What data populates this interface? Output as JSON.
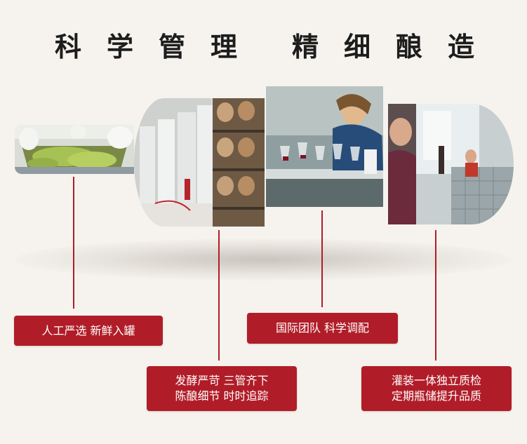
{
  "header": {
    "title_left": "科学管理",
    "title_right": "精细酿造"
  },
  "steps": [
    {
      "lines": [
        "人工严选 新鲜入罐"
      ]
    },
    {
      "lines": [
        "发酵严苛 三管齐下",
        "陈酿细节 时时追踪"
      ]
    },
    {
      "lines": [
        "国际团队 科学调配"
      ]
    },
    {
      "lines": [
        "灌装一体独立质检",
        "定期瓶储提升品质"
      ]
    }
  ],
  "colors": {
    "background": "#f6f3ee",
    "accent": "#b01d28",
    "title": "#1d1d1d"
  }
}
